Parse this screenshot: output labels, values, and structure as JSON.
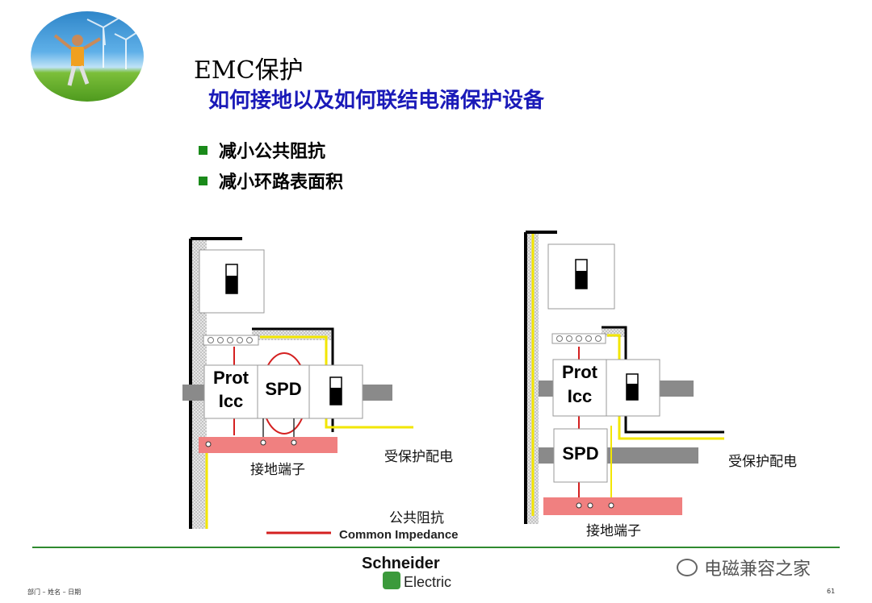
{
  "title": "EMC保护",
  "subtitle": "如何接地以及如何联结电涌保护设备",
  "bullets": [
    "减小公共阻抗",
    "减小环路表面积"
  ],
  "left_diagram": {
    "prot_line1": "Prot",
    "prot_line2": "Icc",
    "spd": "SPD",
    "ground_terminal": "接地端子",
    "protected_distribution": "受保护配电",
    "common_impedance": "公共阻抗",
    "common_impedance_en": "Common Impedance"
  },
  "right_diagram": {
    "prot_line1": "Prot",
    "prot_line2": "Icc",
    "spd": "SPD",
    "ground_terminal": "接地端子",
    "protected_distribution": "受保护配电"
  },
  "footer": {
    "brand_line1": "Schneider",
    "brand_line2": "Electric",
    "left_text": "部门 – 姓名 – 日期",
    "page_number": "61",
    "watermark": "电磁兼容之家"
  },
  "colors": {
    "title_blue": "#1a1ab8",
    "bullet_green": "#1a8a1a",
    "ground_bar": "#f08080",
    "loop_red": "#d42020",
    "earth_yellow": "#f2e600",
    "busbar_gray": "#8a8a8a"
  },
  "icons": [
    "logo-photo-icon",
    "breaker-icon",
    "wechat-icon",
    "schneider-mark-icon"
  ]
}
